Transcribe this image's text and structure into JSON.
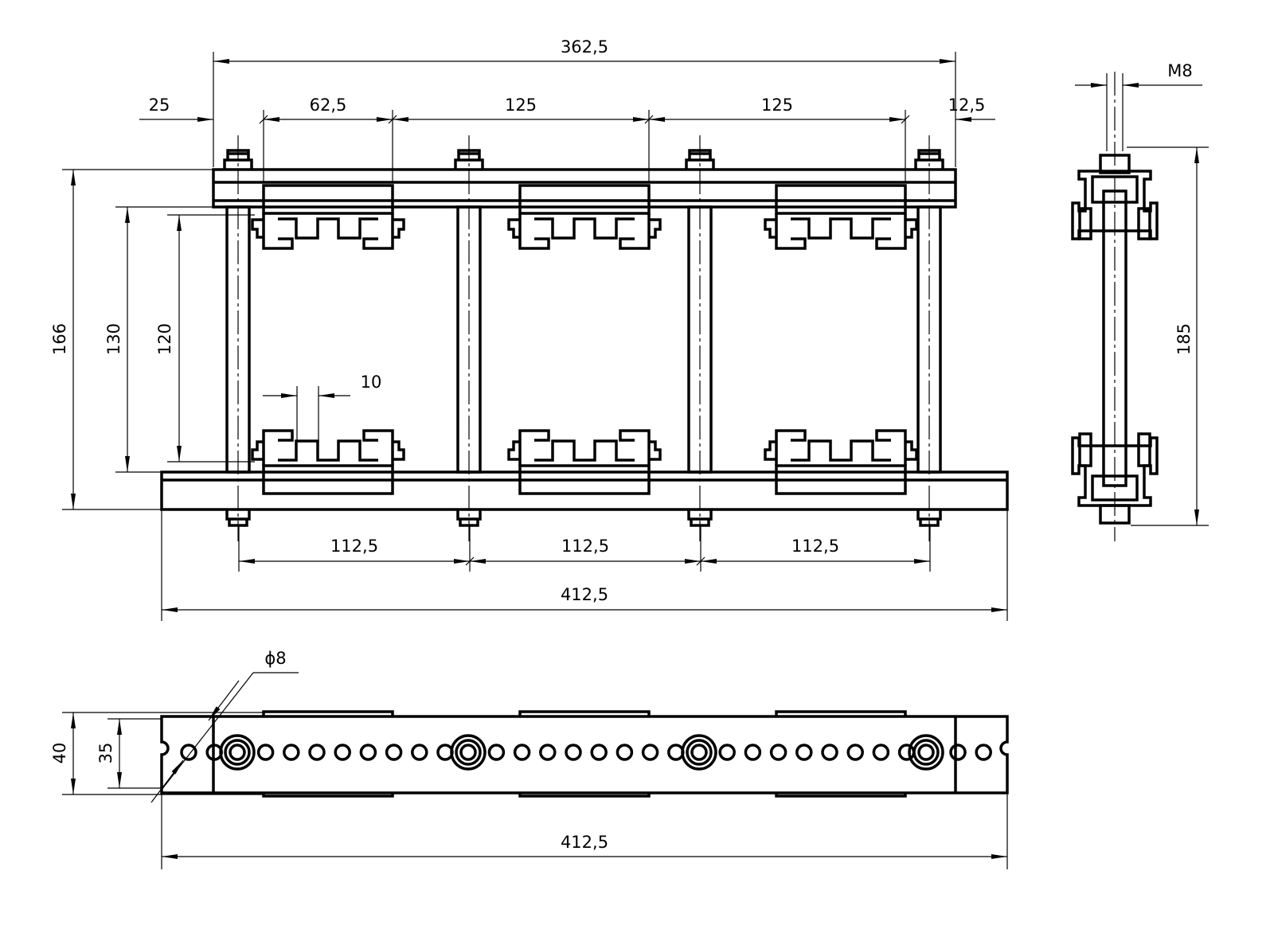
{
  "colors": {
    "line": "#000000",
    "background": "#ffffff"
  },
  "front_view": {
    "overall_top": "362,5",
    "left_offset": "25",
    "first_clamp": "62,5",
    "clamp_pitch_1": "125",
    "clamp_pitch_2": "125",
    "right_offset": "12,5",
    "height_overall": "166",
    "height_rail_gap": "130",
    "height_clamp_gap": "120",
    "slot_width": "10",
    "rod_pitch_1": "112,5",
    "rod_pitch_2": "112,5",
    "rod_pitch_3": "112,5",
    "overall_bottom": "412,5"
  },
  "side_view": {
    "thread": "M8",
    "height": "185"
  },
  "bottom_view": {
    "hole_diameter": "ϕ8",
    "width_outer": "40",
    "width_inner": "35",
    "length": "412,5"
  }
}
